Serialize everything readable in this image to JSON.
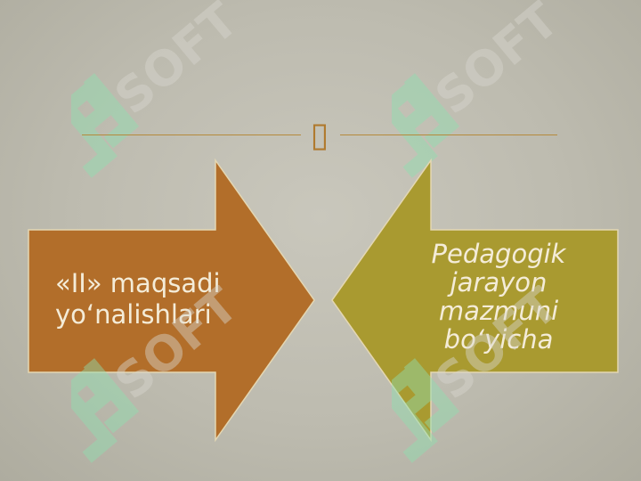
{
  "slide": {
    "divider_glyph": "▯",
    "left_arrow": {
      "text": "«II» maqsadi yo‘nalishlari",
      "color": "#b26e2a"
    },
    "right_arrow": {
      "text": "Pedagogik jarayon mazmuni bo‘yicha",
      "color": "#a99a30"
    },
    "watermark": {
      "text": "SOFT",
      "color": "#8fe0b0"
    }
  }
}
